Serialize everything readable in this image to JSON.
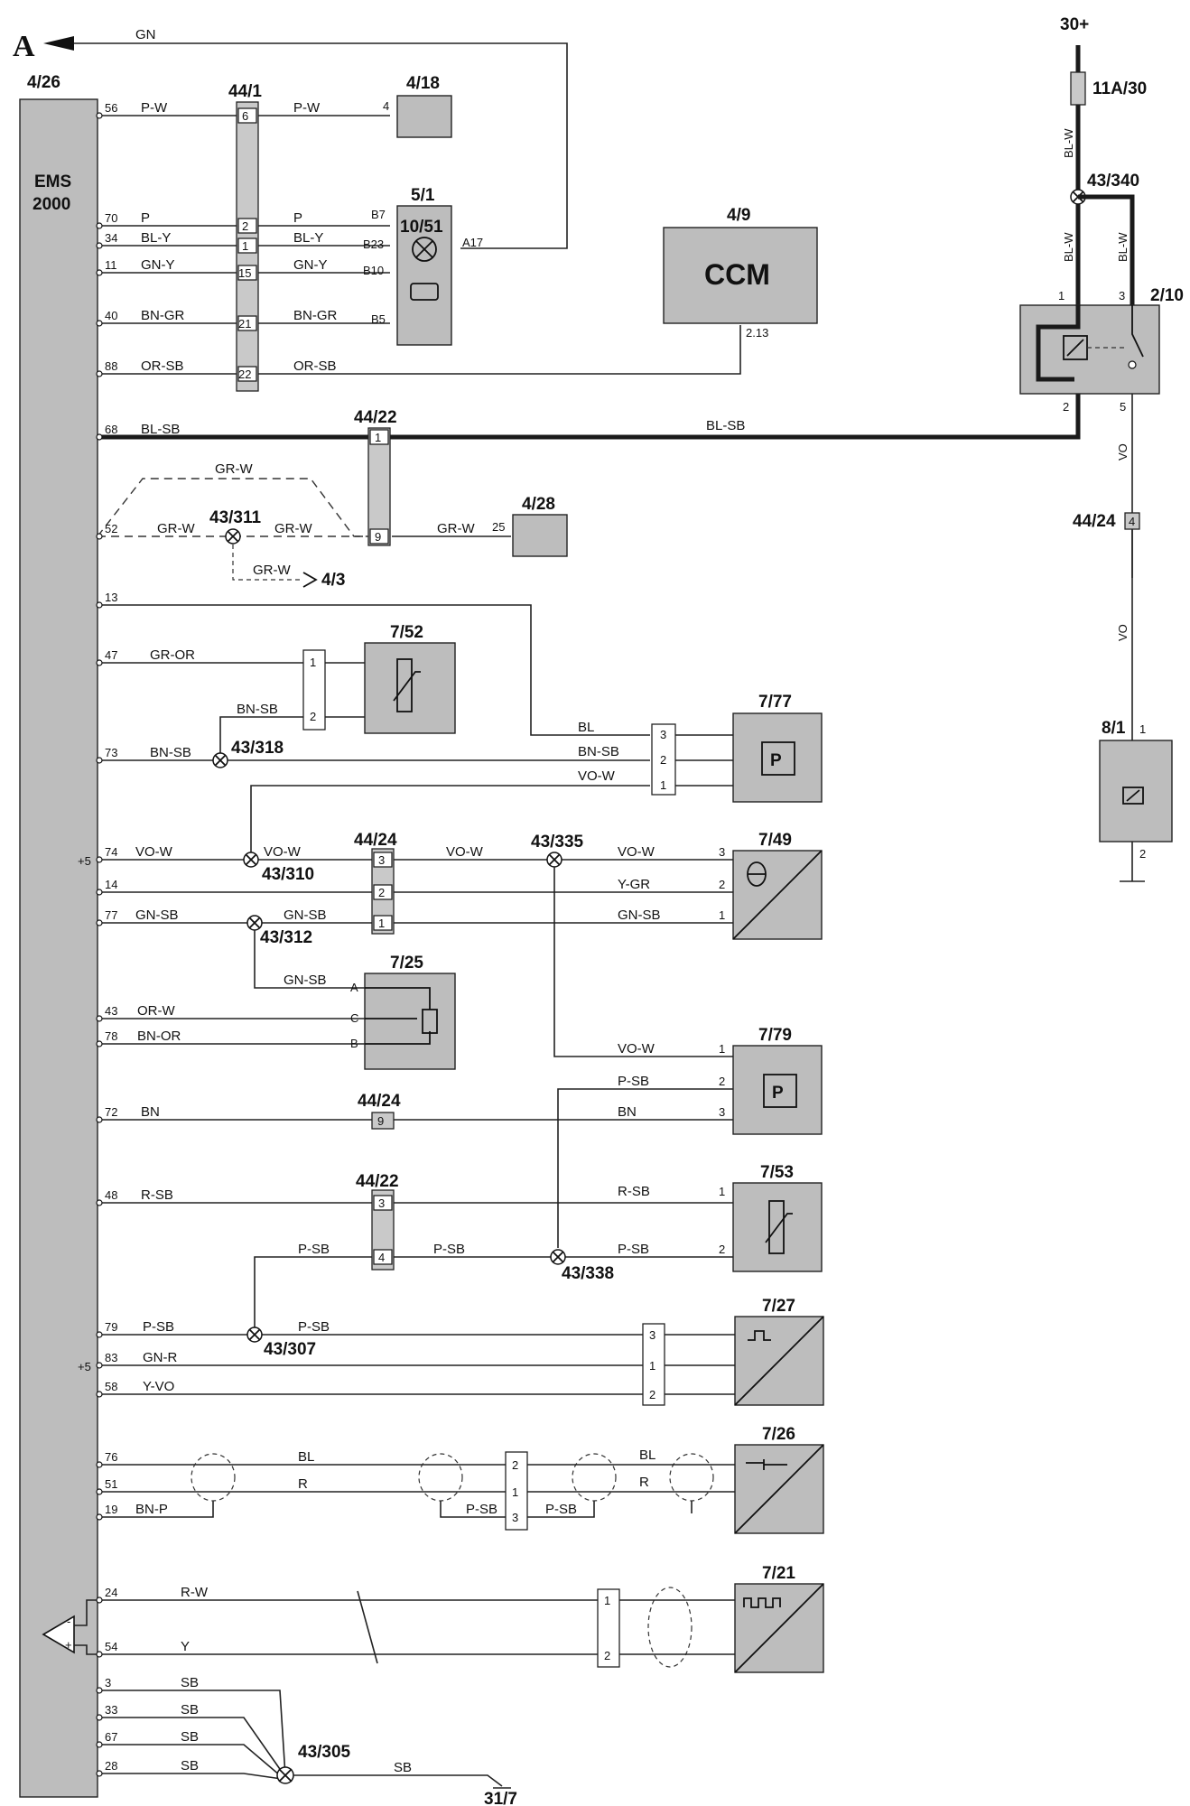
{
  "marker": "A",
  "top": {
    "wire_a": "GN",
    "supply": "30+",
    "fuse": "11A/30",
    "ground_end": "31/7"
  },
  "ems": {
    "ref": "4/26",
    "name1": "EMS",
    "name2": "2000",
    "plus1": "+5",
    "plus2": "+5"
  },
  "components": {
    "c4_18": "4/18",
    "c5_1": "5/1",
    "c10_51": "10/51",
    "c4_9": "4/9",
    "ccm": "CCM",
    "c2_10": "2/10",
    "c43_340": "43/340",
    "c4_28": "4/28",
    "c4_3": "4/3",
    "c7_52": "7/52",
    "c7_77": "7/77",
    "c7_49": "7/49",
    "c7_25": "7/25",
    "c7_79": "7/79",
    "c7_53": "7/53",
    "c7_27": "7/27",
    "c7_26": "7/26",
    "c7_21": "7/21",
    "c8_1": "8/1",
    "c44_1": "44/1",
    "c44_22a": "44/22",
    "c44_22b": "44/22",
    "c44_24a": "44/24",
    "c44_24b": "44/24",
    "c44_24c": "44/24",
    "n43_311": "43/311",
    "n43_318": "43/318",
    "n43_310": "43/310",
    "n43_335": "43/335",
    "n43_312": "43/312",
    "n43_338": "43/338",
    "n43_307": "43/307",
    "n43_305": "43/305",
    "p_label": "P",
    "p_label2": "P"
  },
  "ems_pins": [
    "56",
    "70",
    "34",
    "11",
    "40",
    "88",
    "68",
    "52",
    "13",
    "47",
    "73",
    "74",
    "14",
    "77",
    "43",
    "78",
    "72",
    "48",
    "79",
    "83",
    "58",
    "76",
    "51",
    "19",
    "24",
    "54",
    "3",
    "33",
    "67",
    "28"
  ],
  "wire_colors": {
    "w56": "P-W",
    "w56b": "P-W",
    "w70": "P",
    "w70b": "P",
    "w34": "BL-Y",
    "w34b": "BL-Y",
    "w11": "GN-Y",
    "w11b": "GN-Y",
    "w40": "BN-GR",
    "w40b": "BN-GR",
    "w88": "OR-SB",
    "w88b": "OR-SB",
    "w68": "BL-SB",
    "w68b": "BL-SB",
    "grw1": "GR-W",
    "grw2": "GR-W",
    "grw3": "GR-W",
    "grw4": "GR-W",
    "grw5": "GR-W",
    "w47": "GR-OR",
    "bnsb1": "BN-SB",
    "w73": "BN-SB",
    "bl77": "BL",
    "bnsb77": "BN-SB",
    "vow77": "VO-W",
    "w74": "VO-W",
    "w74b": "VO-W",
    "w74c": "VO-W",
    "w74d": "VO-W",
    "ygr": "Y-GR",
    "w77": "GN-SB",
    "w77b": "GN-SB",
    "w77c": "GN-SB",
    "gnsb25": "GN-SB",
    "w43": "OR-W",
    "w78": "BN-OR",
    "vow79": "VO-W",
    "psb79": "P-SB",
    "w72": "BN",
    "bn79": "BN",
    "w48": "R-SB",
    "rsb53": "R-SB",
    "psb1": "P-SB",
    "psb2": "P-SB",
    "psb53": "P-SB",
    "w79": "P-SB",
    "w79b": "P-SB",
    "w83": "GN-R",
    "w58": "Y-VO",
    "w76": "BL",
    "bl26": "BL",
    "w51": "R",
    "r26": "R",
    "w19": "BN-P",
    "psbsh1": "P-SB",
    "psbsh2": "P-SB",
    "w24": "R-W",
    "w54": "Y",
    "sb1": "SB",
    "sb2": "SB",
    "sb3": "SB",
    "sb4": "SB",
    "sb5": "SB",
    "blw1": "BL-W",
    "blw2": "BL-W",
    "blw3": "BL-W",
    "vo1": "VO",
    "vo2": "VO"
  },
  "pin_labels": {
    "p4": "4",
    "b7": "B7",
    "b23": "B23",
    "b10": "B10",
    "b5": "B5",
    "a17": "A17",
    "p213": "2.13",
    "p25": "25",
    "c44_1": [
      "6",
      "2",
      "1",
      "15",
      "21",
      "22"
    ],
    "c44_22a": [
      "1",
      "9"
    ],
    "c7_52": [
      "1",
      "2"
    ],
    "c7_77": [
      "3",
      "2",
      "1"
    ],
    "c44_24a": [
      "3",
      "2",
      "1"
    ],
    "c7_49": [
      "3",
      "2",
      "1"
    ],
    "c7_25": [
      "A",
      "C",
      "B"
    ],
    "c7_79": [
      "1",
      "2",
      "3"
    ],
    "c44_24b": "9",
    "c44_22b": [
      "3",
      "4"
    ],
    "c7_53": [
      "1",
      "2"
    ],
    "c7_27": [
      "3",
      "1",
      "2"
    ],
    "c7_26": [
      "2",
      "1",
      "3"
    ],
    "c7_21": [
      "1",
      "2"
    ],
    "relay": [
      "1",
      "3",
      "2",
      "5"
    ],
    "c44_24c": "4",
    "c8_1": [
      "1",
      "2"
    ],
    "amp_minus": "-",
    "amp_plus": "+"
  }
}
